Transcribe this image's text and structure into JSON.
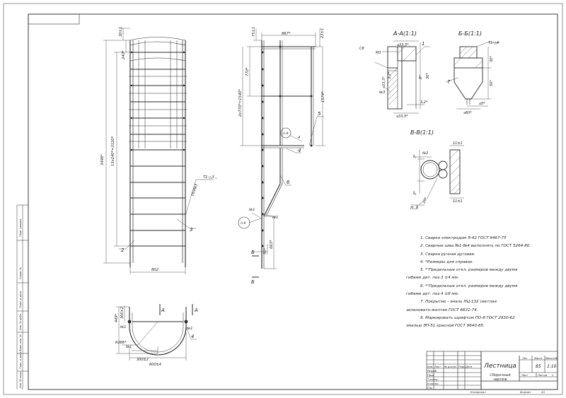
{
  "title_block": {
    "title": "Лестница",
    "subtitle": "Сборочный чертеж",
    "mass": "85",
    "scale": "1:10",
    "col_lit": "Лит.",
    "col_mass": "Масса",
    "col_scale": "Масштаб",
    "sheet_label": "Лист",
    "sheets_label": "Листов",
    "sheets_count": "1",
    "rows": [
      "Изм.",
      "Лист",
      "№ докум.",
      "Подп.",
      "Дата"
    ],
    "roles": [
      "Разраб.",
      "Пров.",
      "Т.контр.",
      "Н.контр.",
      "Утв."
    ],
    "copied": "Копировал",
    "format": "Формат",
    "format_value": "А3"
  },
  "side_stamps": [
    "Перв. примен.",
    "Справ. №",
    "Подп. и дата",
    "Инв. № дубл.",
    "Взам. инв. №",
    "Подп. и дата",
    "Инв. № подл."
  ],
  "notes": [
    "1. Сварка электродом Э-42 ГОСТ 9467-75",
    "2. Сварные швы №1-№4 выполнять по ГОСТ 5264-80.",
    "3. Сварка ручная дуговая.",
    "4. *Размеры для справок.",
    "5. *¹Предельные откл. размеров между двумя",
    "гибами дет. поз.3 ±4 мм.",
    "6. *²Предельные откл. размеров между двумя",
    "гибами дет. поз.4 ±8 мм.",
    "7. Покрытие - эмаль НЦ-132 светлая",
    "зеленовато-желтая ГОСТ 6631-74.",
    "8. Маркировать шрифтом ПО-8 ГОСТ 2930-62",
    "эмалью ЭП-51 красной ГОСТ 9640-85."
  ],
  "section_labels": {
    "aa": "А-А(1:1)",
    "bb": "Б-Б(1:1)",
    "vv": "В-В(1:1)"
  },
  "front_view": {
    "dim_total_height": "3498*",
    "dim_rungs": "13х240*=3120*",
    "dim_top_gap": "30±1",
    "dim_first_gap": "240*",
    "dim_width": "802",
    "weld_label": "Т1-△3 ⌞",
    "weld_mark": "16х№3",
    "pos_2": "2",
    "pos_3": "3"
  },
  "side_view": {
    "dim_top_width": "867*",
    "dim_top_offset": "75±1",
    "dim_right_offset": "23±1",
    "dim_770": "770*",
    "dim_side_total": "2х770*=1540*",
    "dim_1574": "1574*",
    "dim_663": "663*",
    "dim_50": "50*",
    "pos_4": "4",
    "pos_5": "5",
    "pos_6": "6",
    "pos_4b": "4",
    "weld_p8": "п.8",
    "weld_n1a": "№1",
    "weld_n1b": "№1",
    "cut_b": "Б"
  },
  "plan_view": {
    "dim_449": "449*",
    "dim_300a": "300±2",
    "dim_R": "R386*",
    "dim_300b": "300±2",
    "dim_600": "600±4",
    "n1a": "№1",
    "n1b": "№1",
    "n1c": "№1",
    "pos_4": "4",
    "cut_a": "А"
  },
  "section_aa": {
    "d_top": "⌀33,5*",
    "d_left": "⌀33,5*",
    "d_bottom": "⌀33,5*",
    "dim_30": "30*",
    "dim_8": "8*",
    "dim_32": "3,2*",
    "dim_32b": "3,2*",
    "mark_c8": "С8",
    "weld_m3": "М3",
    "weld_n3": "№3",
    "pos_1": "1"
  },
  "section_bb": {
    "weld": "Т1-△4",
    "dim_50": "50*",
    "dim_30": "30*",
    "d_5": "⌀5*",
    "d_60": "⌀60*",
    "pos_7": "7"
  },
  "section_vv": {
    "n2": "№2",
    "dim_11a": "11±1",
    "dim_11b": "11±1",
    "dim_3": "3*",
    "dim_3b": "3*",
    "dim_20": "20*",
    "p3": "п.3"
  }
}
